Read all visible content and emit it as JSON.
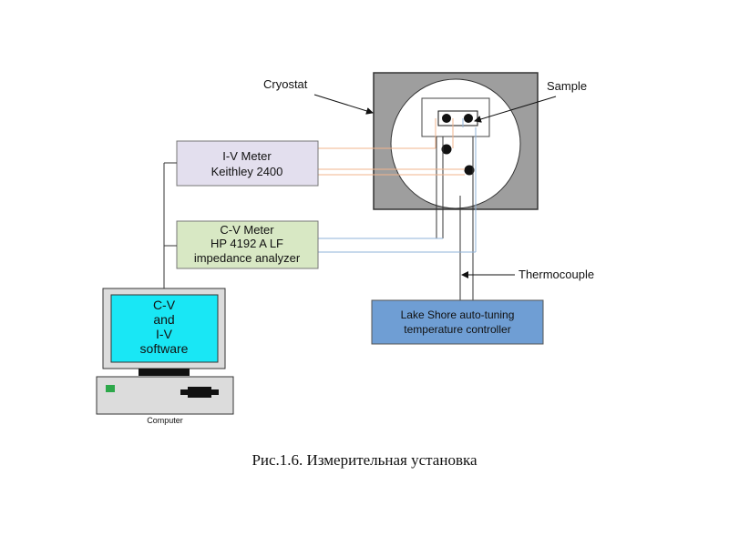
{
  "labels": {
    "cryostat": "Cryostat",
    "sample": "Sample",
    "thermocouple": "Thermocouple",
    "computer": "Computer"
  },
  "iv_meter": {
    "line1": "I-V Meter",
    "line2": "Keithley 2400"
  },
  "cv_meter": {
    "line1": "C-V Meter",
    "line2": "HP 4192 A LF",
    "line3": "impedance analyzer"
  },
  "controller": {
    "line1": "Lake Shore auto-tuning",
    "line2": "temperature controller"
  },
  "screen": {
    "line1": "C-V",
    "line2": "and",
    "line3": "I-V",
    "line4": "software"
  },
  "caption": "Рис.1.6. Измерительная установка",
  "colors": {
    "iv_fill": "#e3dfee",
    "iv_wire": "#f2b48c",
    "cv_fill": "#d8e8c4",
    "cv_wire": "#8fb3da",
    "controller_fill": "#6f9ed4",
    "cryostat_fill": "#9e9e9e",
    "screen_fill": "#19e7f5",
    "monitor_fill": "#dcdcdc"
  }
}
